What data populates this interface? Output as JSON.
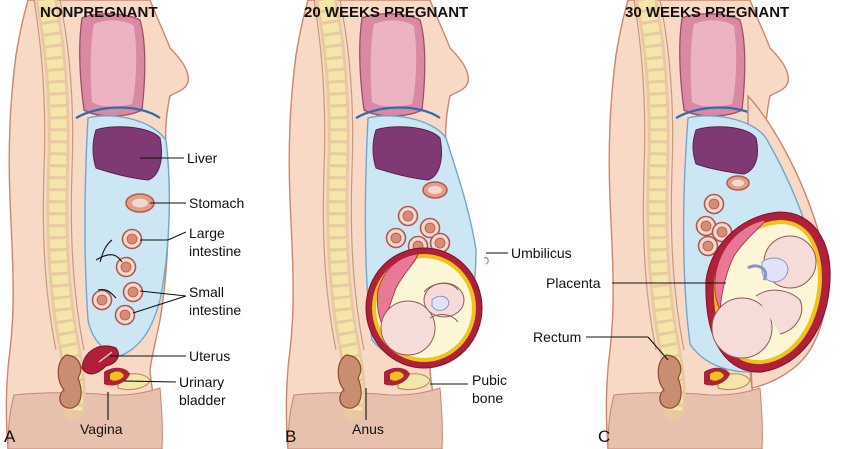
{
  "panels": [
    {
      "letter": "A",
      "title": "NONPREGNANT"
    },
    {
      "letter": "B",
      "title": "20 WEEKS PREGNANT"
    },
    {
      "letter": "C",
      "title": "30 WEEKS PREGNANT"
    }
  ],
  "labels": {
    "liver": "Liver",
    "stomach": "Stomach",
    "large_intestine_1": "Large",
    "large_intestine_2": "intestine",
    "small_intestine_1": "Small",
    "small_intestine_2": "intestine",
    "uterus": "Uterus",
    "urinary_bladder_1": "Urinary",
    "urinary_bladder_2": "bladder",
    "vagina": "Vagina",
    "umbilicus": "Umbilicus",
    "pubic_bone_1": "Pubic",
    "pubic_bone_2": "bone",
    "anus": "Anus",
    "placenta": "Placenta",
    "rectum": "Rectum"
  },
  "colors": {
    "skin": "#f7d9c6",
    "skin_outline": "#c9876f",
    "lung": "#d98aa2",
    "lung_light": "#ecb3c3",
    "abdominal_cavity": "#cde6f4",
    "cavity_outline": "#6fa7cf",
    "liver": "#7f3a73",
    "spine": "#f4e6a8",
    "uterus": "#b1203a",
    "amniotic": "#fbf6d6",
    "fetus": "#f6dcd9",
    "bowel": "#c98e71",
    "bladder_yellow": "#efc21c"
  }
}
